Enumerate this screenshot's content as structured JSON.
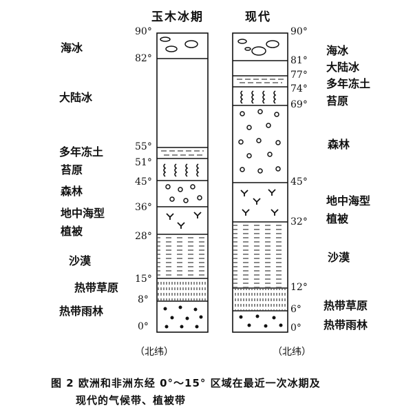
{
  "titles": {
    "glacial": "玉木冰期",
    "modern": "现代"
  },
  "glacial": {
    "degrees": [
      "90°",
      "82°",
      "55°",
      "51°",
      "45°",
      "36°",
      "28°",
      "15°",
      "8°",
      "0°"
    ],
    "zones": [
      "海冰",
      "大陆冰",
      "多年冻土",
      "苔原",
      "森林",
      "地中海型",
      "植被",
      "沙漠",
      "热带草原",
      "热带雨林"
    ]
  },
  "modern": {
    "degrees": [
      "90°",
      "81°",
      "77°",
      "74°",
      "69°",
      "45°",
      "32°",
      "12°",
      "6°",
      "0°"
    ],
    "zones": [
      "海冰",
      "大陆冰",
      "多年冻土",
      "苔原",
      "森林",
      "地中海型",
      "植被",
      "沙漠",
      "热带草原",
      "热带雨林"
    ]
  },
  "footnote_left": "（北纬）",
  "footnote_right": "（北纬）",
  "caption": {
    "line1": "图 2   欧洲和非洲东经 0°～15° 区域在最近一次冰期及",
    "line2": "现代的气候带、植被带"
  },
  "colors": {
    "ink": "#111111",
    "paper": "#ffffff"
  }
}
